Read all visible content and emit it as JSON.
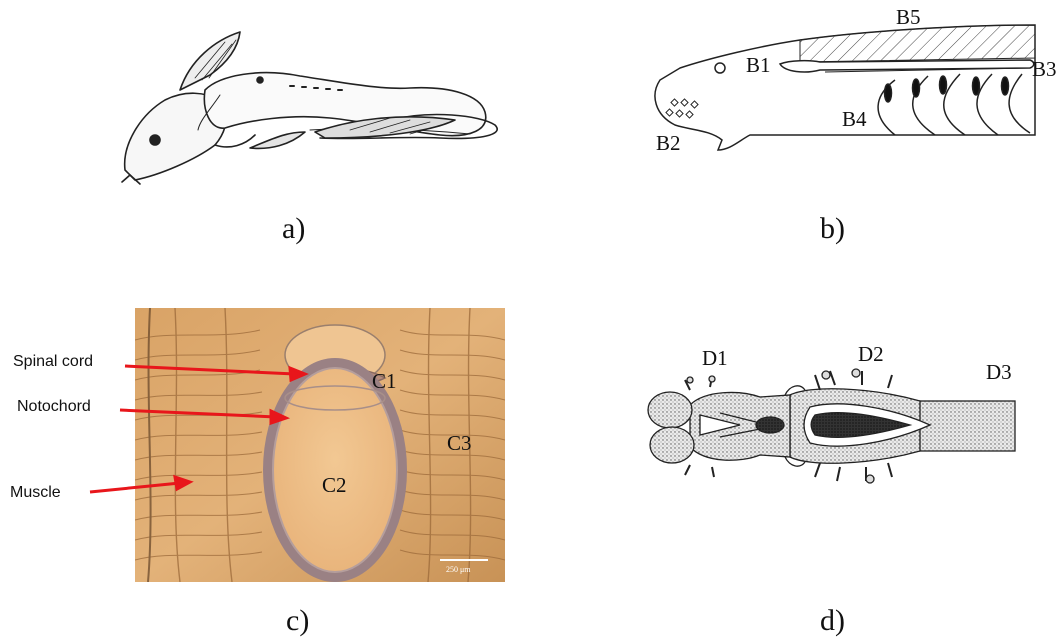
{
  "panels": {
    "a": {
      "caption": "a)"
    },
    "b": {
      "caption": "b)",
      "labels": {
        "b1": "B1",
        "b2": "B2",
        "b3": "B3",
        "b4": "B4",
        "b5": "B5"
      }
    },
    "c": {
      "caption": "c)",
      "labels": {
        "c1": "C1",
        "c2": "C2",
        "c3": "C3"
      },
      "annotations": {
        "spinal_cord": "Spinal cord",
        "notochord": "Notochord",
        "muscle": "Muscle"
      },
      "scale_bar": "250 μm"
    },
    "d": {
      "caption": "d)",
      "labels": {
        "d1": "D1",
        "d2": "D2",
        "d3": "D3"
      }
    }
  },
  "colors": {
    "arrow": "#e8161b",
    "tissue": "#d9a366",
    "notochord_sheath": "#9a8184"
  }
}
